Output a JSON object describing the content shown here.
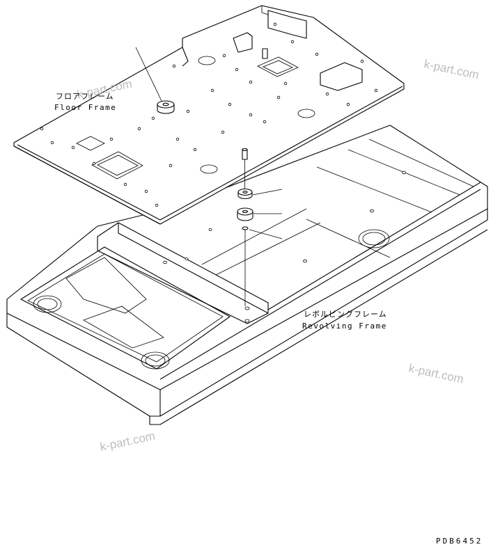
{
  "labels": {
    "floor_frame_jp": "フロアフレーム",
    "floor_frame_en": "Floor Frame",
    "revolving_frame_jp": "レボルビングフレーム",
    "revolving_frame_en": "Revolving Frame"
  },
  "watermarks": [
    "k-part.com",
    "k-part.com",
    "k-part.com",
    "k-part.com"
  ],
  "drawing_code": "PDB6452"
}
